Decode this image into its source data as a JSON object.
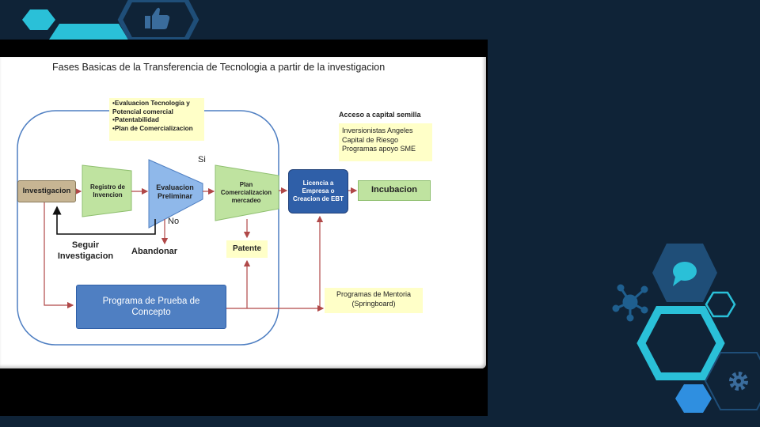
{
  "diagram": {
    "title": "Fases Basicas de la Transferencia de Tecnologia a partir de la investigacion",
    "nodes": {
      "investigacion": "Investigacion",
      "registro": "Registro de Invencion",
      "evaluacion": "Evaluacion Preliminar",
      "plan": "Plan Comercializacion mercadeo",
      "licencia": "Licencia a Empresa o Creacion de EBT",
      "incubacion": "Incubacion",
      "patente": "Patente",
      "prueba": "Programa de Prueba de Concepto"
    },
    "notes": {
      "evaluacion_items": [
        "•Evaluacion Tecnologia y Potencial  comercial",
        "•Patentabilidad",
        "•Plan de Comercializacion"
      ],
      "capital_title": "Acceso a capital semilla",
      "capital_items": [
        "Inversionistas Angeles",
        "Capital de Riesgo",
        "Programas apoyo SME"
      ],
      "mentoria": "Programas de Mentoria (Springboard)"
    },
    "labels": {
      "si": "Si",
      "no": "No",
      "seguir": "Seguir Investigacion",
      "abandonar": "Abandonar"
    }
  },
  "colors": {
    "background": "#0f2337",
    "investigacion_fill": "#c7b593",
    "green_fill": "#bfe3a0",
    "blue_fill": "#4f7fc2",
    "navy_fill": "#2f5fa8",
    "note_fill": "#ffffc8",
    "arrow": "#b04848",
    "accent_cyan": "#2ac0d8"
  },
  "icons": [
    "thumbs-up-icon",
    "chat-bubble-icon",
    "network-icon",
    "gear-icon"
  ]
}
